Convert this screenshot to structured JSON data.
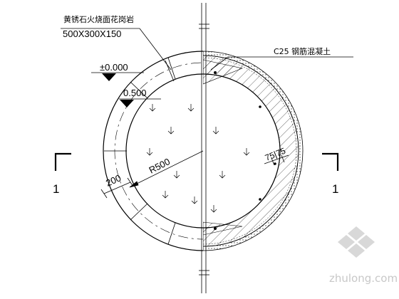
{
  "labels": {
    "paving_material": "黄锈石火烧面花岗岩",
    "paving_size": "500X300X150",
    "concrete": "C25 钢筋混凝土",
    "level_top": "±0.000",
    "level_step": "0.500",
    "radius": "R500",
    "ring_width": "200",
    "wall_thickness": "75|75",
    "section_left": "1",
    "section_right": "1",
    "watermark": "zhulong.com"
  },
  "colors": {
    "line": "#000000",
    "watermark": "#c8c8c8"
  }
}
